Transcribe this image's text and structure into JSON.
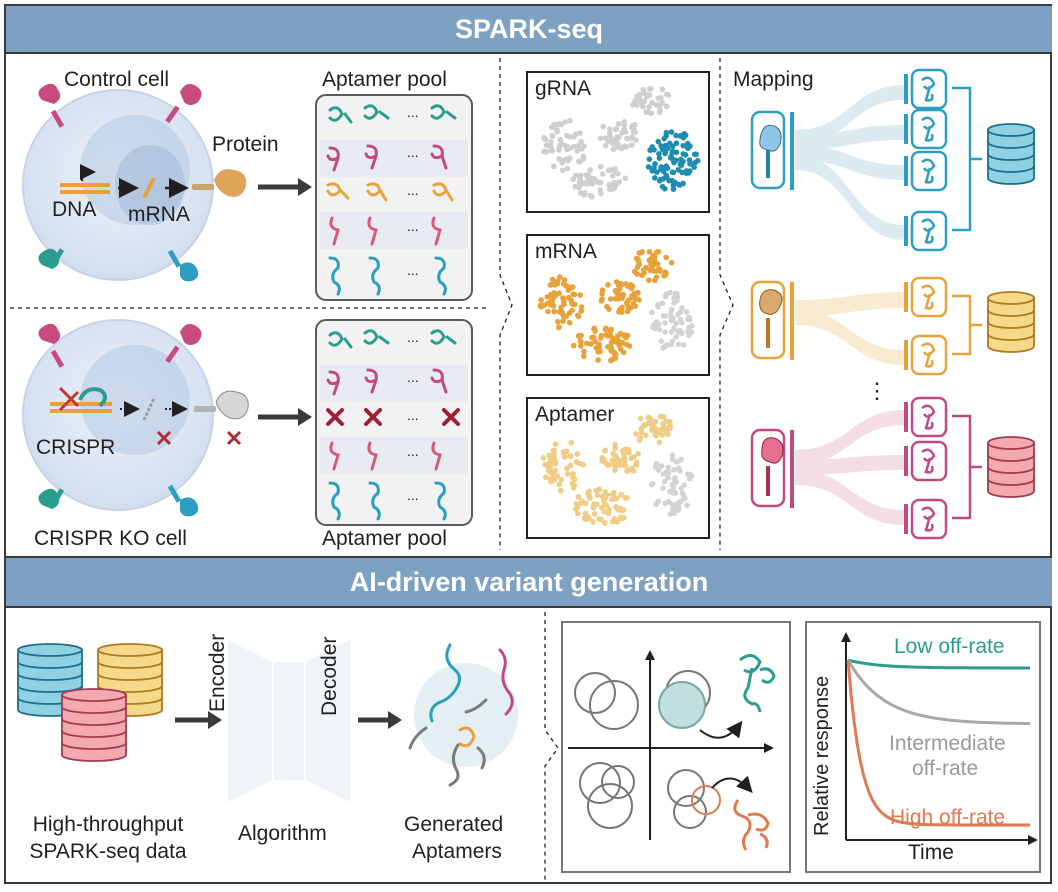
{
  "section_top": {
    "title": "SPARK-seq"
  },
  "section_bottom": {
    "title": "AI-driven variant generation"
  },
  "control": {
    "cell_label": "Control cell",
    "dna_label": "DNA",
    "mrna_label": "mRNA",
    "protein_label": "Protein",
    "pool_label": "Aptamer pool"
  },
  "ko": {
    "crispr_label": "CRISPR",
    "cell_label": "CRISPR KO cell",
    "pool_label": "Aptamer pool"
  },
  "ellipsis": "...",
  "clusters": {
    "grna_label": "gRNA",
    "mrna_label": "mRNA",
    "aptamer_label": "Aptamer"
  },
  "mapping": {
    "label": "Mapping"
  },
  "pipeline": {
    "data_label_line1": "High-throughput",
    "data_label_line2": "SPARK-seq data",
    "encoder_label": "Encoder",
    "decoder_label": "Decoder",
    "algorithm_label": "Algorithm",
    "generated_line1": "Generated",
    "generated_line2": "Aptamers"
  },
  "chart_data": {
    "type": "line",
    "title": "",
    "xlabel": "Time",
    "ylabel": "Relative response",
    "series": [
      {
        "name": "Low off-rate",
        "color": "#2a9d8f"
      },
      {
        "name": "Intermediate off-rate",
        "color": "#a8a8a8"
      },
      {
        "name": "High off-rate",
        "color": "#e07a52"
      }
    ]
  },
  "offrate": {
    "low": "Low off-rate",
    "mid_line1": "Intermediate",
    "mid_line2": "off-rate",
    "high": "High off-rate"
  },
  "colors": {
    "teal": "#2a9d8f",
    "blue": "#2b9ec2",
    "magenta": "#c24a83",
    "orange": "#e8a23a",
    "pink": "#d85a78",
    "banner": "#7da1c0",
    "yellow_db": "#f5d98a",
    "red_db": "#f2aab0",
    "blue_db": "#8fd0e3"
  }
}
